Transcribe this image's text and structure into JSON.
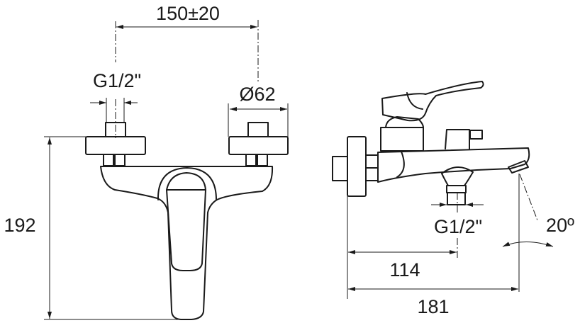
{
  "front_view": {
    "center_distance": "150±20",
    "inlet_thread": "G1/2\"",
    "flange_diameter": "Ø62",
    "height": "192"
  },
  "side_view": {
    "outlet_thread": "G1/2\"",
    "outlet_distance": "114",
    "total_depth": "181",
    "spout_angle": "20º"
  }
}
